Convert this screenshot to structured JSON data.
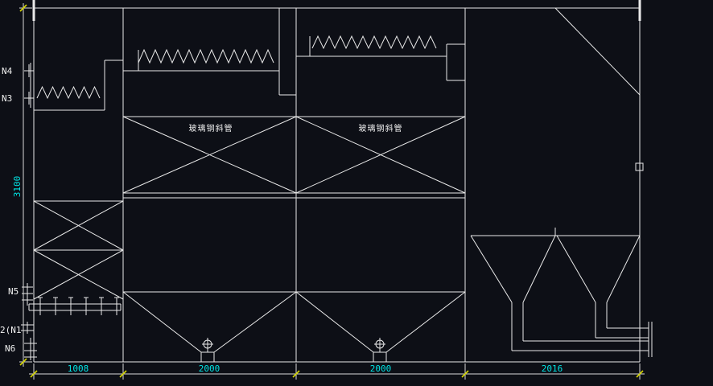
{
  "colors": {
    "background": "#0d0f16",
    "geometry": "#e9e9e9",
    "dimension_line": "#d9d9d9",
    "dimension_tick": "#d6d600",
    "dimension_text": "#00e5e5",
    "label_text": "#f2f2f2"
  },
  "labels": {
    "n4": "N4",
    "n3": "N3",
    "n5": "N5",
    "n6": "N6",
    "n1": "2(N1",
    "tube_modules": [
      "玻璃钢斜管",
      "玻璃钢斜管"
    ]
  },
  "dims": {
    "vertical": "3100",
    "bottom": [
      "1008",
      "2000",
      "2000",
      "2016"
    ]
  }
}
